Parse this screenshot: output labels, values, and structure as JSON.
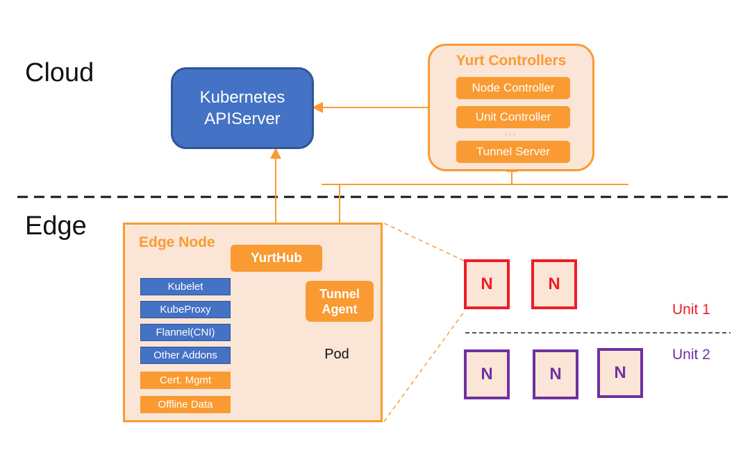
{
  "regions": {
    "cloud": "Cloud",
    "edge": "Edge"
  },
  "apiserver": {
    "line1": "Kubernetes",
    "line2": "APIServer"
  },
  "yurt_controllers": {
    "title": "Yurt Controllers",
    "items": [
      "Node Controller",
      "Unit Controller",
      "Tunnel Server"
    ],
    "ellipsis": "..."
  },
  "edge_node": {
    "title": "Edge Node",
    "yurthub": "YurtHub",
    "components": [
      {
        "label": "Kubelet",
        "kind": "blue"
      },
      {
        "label": "KubeProxy",
        "kind": "blue"
      },
      {
        "label": "Flannel(CNI)",
        "kind": "blue"
      },
      {
        "label": "Other Addons",
        "kind": "blue"
      },
      {
        "label": "Cert. Mgmt",
        "kind": "orange"
      },
      {
        "label": "Offline Data",
        "kind": "orange"
      }
    ],
    "tunnel_agent": {
      "line1": "Tunnel",
      "line2": "Agent"
    },
    "pod": "Pod"
  },
  "units": [
    {
      "label": "Unit 1",
      "color": "#ee1c25",
      "nodes": [
        "N",
        "N"
      ]
    },
    {
      "label": "Unit 2",
      "color": "#7030a0",
      "nodes": [
        "N",
        "N",
        "N"
      ]
    }
  ],
  "colors": {
    "orange": "#f99b32",
    "blue": "#4472c4",
    "peach": "#fbe5d6",
    "unit1": "#ee1c25",
    "unit2": "#7030a0"
  }
}
